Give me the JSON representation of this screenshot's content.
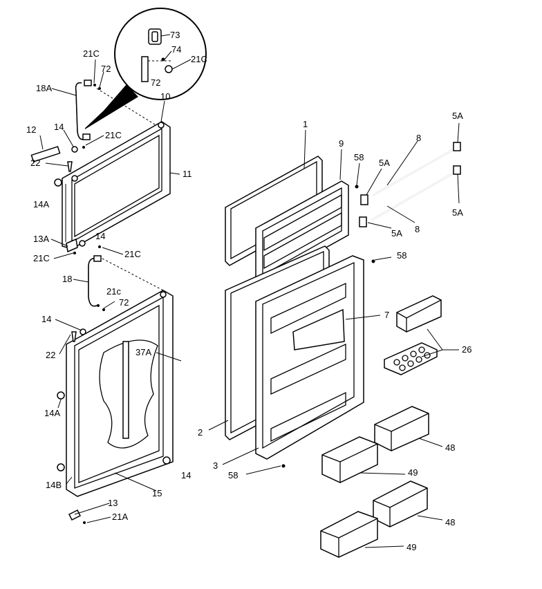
{
  "labels": {
    "l73": "73",
    "l74": "74",
    "l21C_a": "21C",
    "l72_a": "72",
    "l21C_b": "21C",
    "l72_b": "72",
    "l18A": "18A",
    "l10": "10",
    "l12": "12",
    "l14_a": "14",
    "l21C_c": "21C",
    "l11": "11",
    "l22_a": "22",
    "l14A_a": "14A",
    "l13A": "13A",
    "l14_b": "14",
    "l21C_d": "21C",
    "l21C_e": "21C",
    "l18": "18",
    "l21c": "21c",
    "l72_c": "72",
    "l14_c": "14",
    "l22_b": "22",
    "l37A": "37A",
    "l14A_b": "14A",
    "l14_d": "14",
    "l14B": "14B",
    "l15": "15",
    "l13": "13",
    "l21A": "21A",
    "l1": "1",
    "l9": "9",
    "l58_a": "58",
    "l5A_a": "5A",
    "l8_a": "8",
    "l5A_b": "5A",
    "l5A_c": "5A",
    "l8_b": "8",
    "l5A_d": "5A",
    "l58_b": "58",
    "l7": "7",
    "l26": "26",
    "l2": "2",
    "l3": "3",
    "l58_c": "58",
    "l48_a": "48",
    "l49_a": "49",
    "l48_b": "48",
    "l49_b": "49"
  }
}
